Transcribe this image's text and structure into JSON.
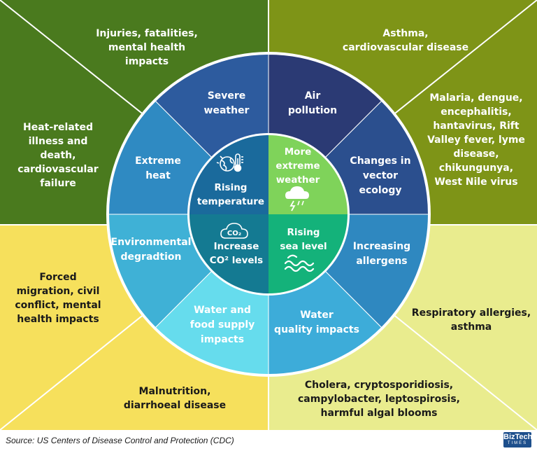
{
  "quadrants": {
    "top_left_top": "Injuries, fatalities,\nmental health\nimpacts",
    "top_left_side": "Heat-related\nillness and\ndeath,\ncardiovascular\nfailure",
    "top_right_top": "Asthma,\ncardiovascular disease",
    "top_right_side": "Malaria, dengue,\nencephalitis,\nhantavirus, Rift\nValley fever, lyme\ndisease,\nchikungunya,\nWest Nile virus",
    "bottom_left_side": "Forced\nmigration, civil\nconflict, mental\nhealth impacts",
    "bottom_left_bottom": "Malnutrition,\ndiarrhoeal disease",
    "bottom_right_side": "Respiratory allergies,\nasthma",
    "bottom_right_bottom": "Cholera, cryptosporidiosis,\ncampylobacter, leptospirosis,\nharmful algal blooms"
  },
  "segments": {
    "severe_weather": "Severe\nweather",
    "air_pollution": "Air\npollution",
    "extreme_heat": "Extreme\nheat",
    "vector_ecology": "Changes in\nvector\necology",
    "environmental": "Environmental\ndegradtion",
    "allergens": "Increasing\nallergens",
    "water_food": "Water and\nfood supply\nimpacts",
    "water_quality": "Water\nquality impacts"
  },
  "core": {
    "rising_temperature": "Rising\ntemperature",
    "more_extreme_weather": "More\nextreme\nweather",
    "increase_co2": "Increase\nCO² levels",
    "co2_icon_label": "CO₂",
    "rising_sea_level": "Rising\nsea level"
  },
  "footer": {
    "source": "Source: US Centers of Disease Control and Protection (CDC)",
    "logo_main": "BizTech",
    "logo_sub": "TIMES"
  },
  "colors": {
    "quad_tl": "#4a7a1e",
    "quad_tr": "#7e9417",
    "quad_bl": "#f6e05c",
    "quad_br": "#e9ec8e",
    "ring": "#ffffff",
    "seg_severe": "#2d5b9e",
    "seg_air": "#2b3a74",
    "seg_heat": "#2f8ac2",
    "seg_vector": "#2b4f8e",
    "seg_env": "#3fb1d6",
    "seg_allergens": "#2f88c0",
    "seg_waterfood": "#66dced",
    "seg_waterquality": "#3dacd9",
    "core_temp": "#1a6a9c",
    "core_weather": "#7fd35a",
    "core_co2": "#147a92",
    "core_sea": "#14b27a"
  }
}
